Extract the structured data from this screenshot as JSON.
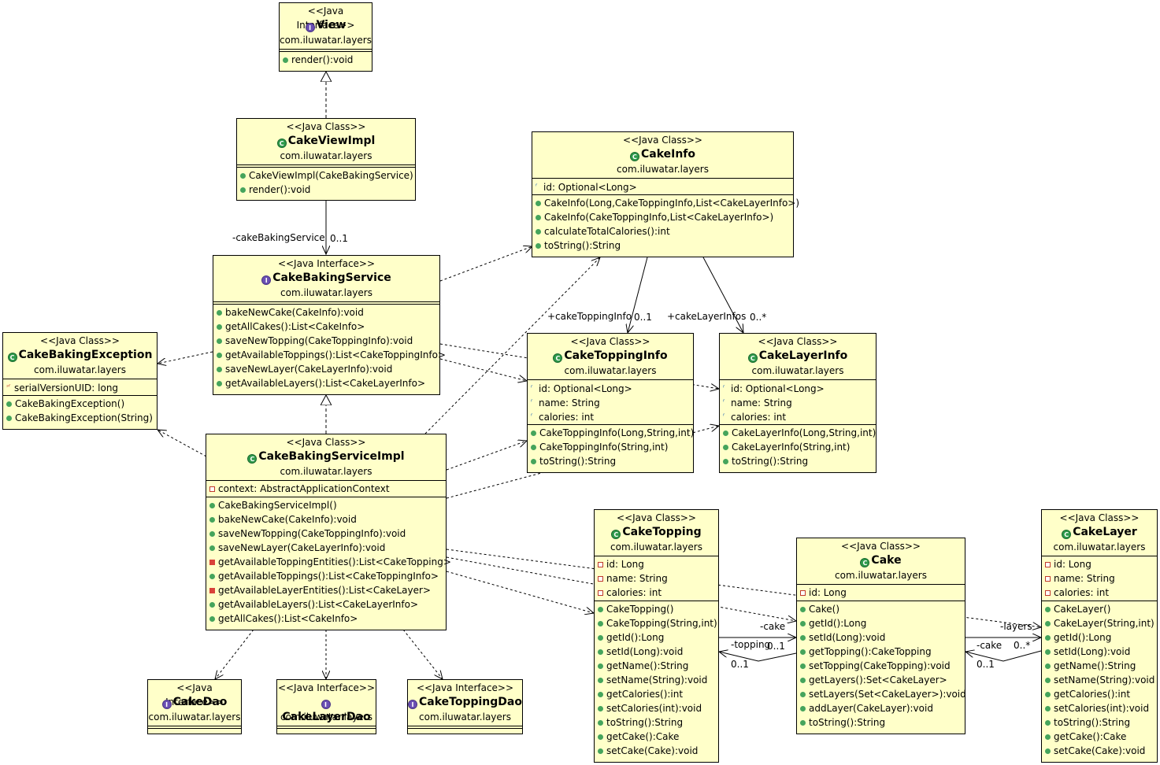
{
  "stereo": {
    "java_class": "<<Java Class>>",
    "java_interface": "<<Java Interface>>"
  },
  "classes": {
    "view": {
      "name": "View",
      "package": "com.iluwatar.layers",
      "attributes": [],
      "operations": [
        {
          "kind": "pub",
          "text": "render():void"
        }
      ]
    },
    "cake_view_impl": {
      "name": "CakeViewImpl",
      "package": "com.iluwatar.layers",
      "attributes": [],
      "operations": [
        {
          "kind": "ctor",
          "text": "CakeViewImpl(CakeBakingService)"
        },
        {
          "kind": "pub",
          "text": "render():void"
        }
      ]
    },
    "cake_info": {
      "name": "CakeInfo",
      "package": "com.iluwatar.layers",
      "attributes": [
        {
          "kind": "fin",
          "text": "id: Optional<Long>"
        }
      ],
      "operations": [
        {
          "kind": "ctor",
          "text": "CakeInfo(Long,CakeToppingInfo,List<CakeLayerInfo>)"
        },
        {
          "kind": "ctor",
          "text": "CakeInfo(CakeToppingInfo,List<CakeLayerInfo>)"
        },
        {
          "kind": "pub",
          "text": "calculateTotalCalories():int"
        },
        {
          "kind": "pub",
          "text": "toString():String"
        }
      ]
    },
    "cake_baking_service": {
      "name": "CakeBakingService",
      "package": "com.iluwatar.layers",
      "attributes": [],
      "operations": [
        {
          "kind": "pub",
          "text": "bakeNewCake(CakeInfo):void"
        },
        {
          "kind": "pub",
          "text": "getAllCakes():List<CakeInfo>"
        },
        {
          "kind": "pub",
          "text": "saveNewTopping(CakeToppingInfo):void"
        },
        {
          "kind": "pub",
          "text": "getAvailableToppings():List<CakeToppingInfo>"
        },
        {
          "kind": "pub",
          "text": "saveNewLayer(CakeLayerInfo):void"
        },
        {
          "kind": "pub",
          "text": "getAvailableLayers():List<CakeLayerInfo>"
        }
      ]
    },
    "cake_baking_exception": {
      "name": "CakeBakingException",
      "package": "com.iluwatar.layers",
      "attributes": [
        {
          "kind": "sfin",
          "text": "serialVersionUID: long"
        }
      ],
      "operations": [
        {
          "kind": "ctor",
          "text": "CakeBakingException()"
        },
        {
          "kind": "ctor",
          "text": "CakeBakingException(String)"
        }
      ]
    },
    "cake_topping_info": {
      "name": "CakeToppingInfo",
      "package": "com.iluwatar.layers",
      "attributes": [
        {
          "kind": "fin",
          "text": "id: Optional<Long>"
        },
        {
          "kind": "fin",
          "text": "name: String"
        },
        {
          "kind": "fin",
          "text": "calories: int"
        }
      ],
      "operations": [
        {
          "kind": "ctor",
          "text": "CakeToppingInfo(Long,String,int)"
        },
        {
          "kind": "ctor",
          "text": "CakeToppingInfo(String,int)"
        },
        {
          "kind": "pub",
          "text": "toString():String"
        }
      ]
    },
    "cake_layer_info": {
      "name": "CakeLayerInfo",
      "package": "com.iluwatar.layers",
      "attributes": [
        {
          "kind": "fin",
          "text": "id: Optional<Long>"
        },
        {
          "kind": "fin",
          "text": "name: String"
        },
        {
          "kind": "fin",
          "text": "calories: int"
        }
      ],
      "operations": [
        {
          "kind": "ctor",
          "text": "CakeLayerInfo(Long,String,int)"
        },
        {
          "kind": "ctor",
          "text": "CakeLayerInfo(String,int)"
        },
        {
          "kind": "pub",
          "text": "toString():String"
        }
      ]
    },
    "cake_baking_service_impl": {
      "name": "CakeBakingServiceImpl",
      "package": "com.iluwatar.layers",
      "attributes": [
        {
          "kind": "priv",
          "text": "context: AbstractApplicationContext"
        }
      ],
      "operations": [
        {
          "kind": "ctor",
          "text": "CakeBakingServiceImpl()"
        },
        {
          "kind": "pub",
          "text": "bakeNewCake(CakeInfo):void"
        },
        {
          "kind": "pub",
          "text": "saveNewTopping(CakeToppingInfo):void"
        },
        {
          "kind": "pub",
          "text": "saveNewLayer(CakeLayerInfo):void"
        },
        {
          "kind": "privm",
          "text": "getAvailableToppingEntities():List<CakeTopping>"
        },
        {
          "kind": "pub",
          "text": "getAvailableToppings():List<CakeToppingInfo>"
        },
        {
          "kind": "privm",
          "text": "getAvailableLayerEntities():List<CakeLayer>"
        },
        {
          "kind": "pub",
          "text": "getAvailableLayers():List<CakeLayerInfo>"
        },
        {
          "kind": "pub",
          "text": "getAllCakes():List<CakeInfo>"
        }
      ]
    },
    "cake_dao": {
      "name": "CakeDao",
      "package": "com.iluwatar.layers",
      "attributes": [],
      "operations": []
    },
    "cake_layer_dao": {
      "name": "CakeLayerDao",
      "package": "com.iluwatar.layers",
      "attributes": [],
      "operations": []
    },
    "cake_topping_dao": {
      "name": "CakeToppingDao",
      "package": "com.iluwatar.layers",
      "attributes": [],
      "operations": []
    },
    "cake_topping": {
      "name": "CakeTopping",
      "package": "com.iluwatar.layers",
      "attributes": [
        {
          "kind": "priv",
          "text": "id: Long"
        },
        {
          "kind": "priv",
          "text": "name: String"
        },
        {
          "kind": "priv",
          "text": "calories: int"
        }
      ],
      "operations": [
        {
          "kind": "ctor",
          "text": "CakeTopping()"
        },
        {
          "kind": "ctor",
          "text": "CakeTopping(String,int)"
        },
        {
          "kind": "pub",
          "text": "getId():Long"
        },
        {
          "kind": "pub",
          "text": "setId(Long):void"
        },
        {
          "kind": "pub",
          "text": "getName():String"
        },
        {
          "kind": "pub",
          "text": "setName(String):void"
        },
        {
          "kind": "pub",
          "text": "getCalories():int"
        },
        {
          "kind": "pub",
          "text": "setCalories(int):void"
        },
        {
          "kind": "pub",
          "text": "toString():String"
        },
        {
          "kind": "pub",
          "text": "getCake():Cake"
        },
        {
          "kind": "pub",
          "text": "setCake(Cake):void"
        }
      ]
    },
    "cake": {
      "name": "Cake",
      "package": "com.iluwatar.layers",
      "attributes": [
        {
          "kind": "priv",
          "text": "id: Long"
        }
      ],
      "operations": [
        {
          "kind": "ctor",
          "text": "Cake()"
        },
        {
          "kind": "pub",
          "text": "getId():Long"
        },
        {
          "kind": "pub",
          "text": "setId(Long):void"
        },
        {
          "kind": "pub",
          "text": "getTopping():CakeTopping"
        },
        {
          "kind": "pub",
          "text": "setTopping(CakeTopping):void"
        },
        {
          "kind": "pub",
          "text": "getLayers():Set<CakeLayer>"
        },
        {
          "kind": "pub",
          "text": "setLayers(Set<CakeLayer>):void"
        },
        {
          "kind": "pub",
          "text": "addLayer(CakeLayer):void"
        },
        {
          "kind": "pub",
          "text": "toString():String"
        }
      ]
    },
    "cake_layer": {
      "name": "CakeLayer",
      "package": "com.iluwatar.layers",
      "attributes": [
        {
          "kind": "priv",
          "text": "id: Long"
        },
        {
          "kind": "priv",
          "text": "name: String"
        },
        {
          "kind": "priv",
          "text": "calories: int"
        }
      ],
      "operations": [
        {
          "kind": "ctor",
          "text": "CakeLayer()"
        },
        {
          "kind": "ctor",
          "text": "CakeLayer(String,int)"
        },
        {
          "kind": "pub",
          "text": "getId():Long"
        },
        {
          "kind": "pub",
          "text": "setId(Long):void"
        },
        {
          "kind": "pub",
          "text": "getName():String"
        },
        {
          "kind": "pub",
          "text": "setName(String):void"
        },
        {
          "kind": "pub",
          "text": "getCalories():int"
        },
        {
          "kind": "pub",
          "text": "setCalories(int):void"
        },
        {
          "kind": "pub",
          "text": "toString():String"
        },
        {
          "kind": "pub",
          "text": "getCake():Cake"
        },
        {
          "kind": "pub",
          "text": "setCake(Cake):void"
        }
      ]
    }
  },
  "labels": {
    "cake_baking_service_role": "-cakeBakingService",
    "cake_baking_service_mult": "0..1",
    "cake_topping_info_role": "+cakeToppingInfo",
    "cake_topping_info_mult": "0..1",
    "cake_layer_infos_role": "+cakeLayerInfos",
    "cake_layer_infos_mult": "0..*",
    "cake_role_topping": "-cake",
    "topping_role": "-topping",
    "topping_mult": "0..1",
    "topping_cake_mult": "0..1",
    "layers_role": "-layers",
    "cake_role_layer": "-cake",
    "layers_mult": "0..*",
    "layer_cake_mult": "0..1"
  }
}
